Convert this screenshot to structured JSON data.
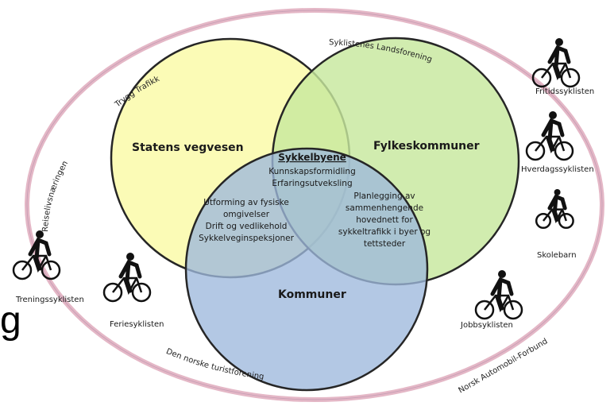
{
  "ring": {
    "labels": [
      "Trygg Trafikk",
      "Syklistenes Landsforening",
      "Reiselivsnæringen",
      "Den norske turistforening",
      "Norsk Automobil-Forbund"
    ]
  },
  "circles": {
    "statens": {
      "label": "Statens vegvesen",
      "color": "#fbfbb0"
    },
    "fylke": {
      "label": "Fylkeskommuner",
      "color": "#c7e89d"
    },
    "kommuner": {
      "label": "Kommuner",
      "color": "#9db9dd"
    }
  },
  "center": {
    "title": "Sykkelbyene",
    "lines": [
      "Kunnskapsformidling",
      "Erfaringsutveksling"
    ]
  },
  "left_overlap": {
    "lines": [
      "Utforming av fysiske",
      "omgivelser",
      "Drift og vedlikehold",
      "Sykkelveginspeksjoner"
    ]
  },
  "right_overlap": {
    "lines": [
      "Planlegging av",
      "sammenhengende",
      "hovednett for",
      "sykkeltrafikk i byer og",
      "tettsteder"
    ]
  },
  "cyclists": [
    {
      "label": "Fritidssyklisten",
      "icon": "cyclist-icon"
    },
    {
      "label": "Hverdagssyklisten",
      "icon": "cyclist-icon"
    },
    {
      "label": "Skolebarn",
      "icon": "child-cyclist-icon"
    },
    {
      "label": "Jobbsyklisten",
      "icon": "cyclist-icon"
    },
    {
      "label": "Treningssyklisten",
      "icon": "cyclist-icon"
    },
    {
      "label": "Feriesyklisten",
      "icon": "cyclist-icon"
    }
  ],
  "stray_text": "g"
}
